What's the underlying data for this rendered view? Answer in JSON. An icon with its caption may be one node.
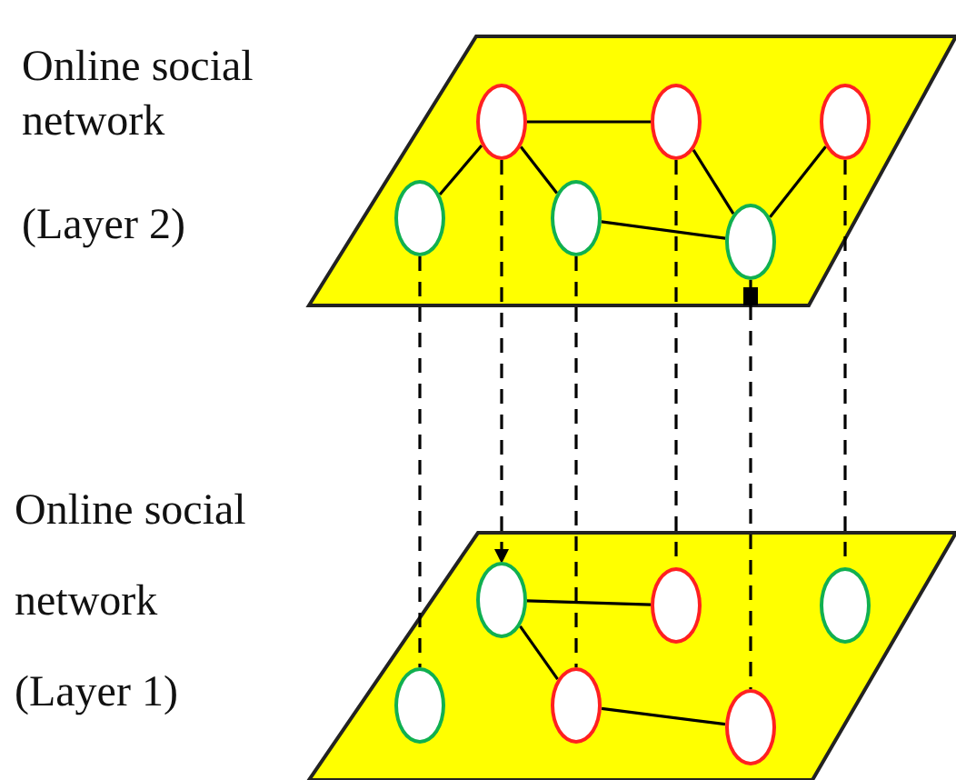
{
  "diagram": {
    "nodes": [
      {
        "text": [
          "Online social network",
          "(Layer 2)"
        ]
      },
      {
        "text": [],
        "shape": "circle",
        "in": 0
      },
      {
        "text": [],
        "shape": "circle",
        "in": 0
      },
      {
        "text": [],
        "shape": "circle",
        "in": 0
      },
      {
        "text": [],
        "shape": "circle",
        "in": 0
      },
      {
        "text": [],
        "shape": "circle",
        "in": 0
      },
      {
        "text": [],
        "shape": "circle",
        "in": 0
      },
      {
        "text": [
          "Online social network",
          "(Layer 1)"
        ]
      },
      {
        "text": [],
        "shape": "circle",
        "in": 7
      },
      {
        "text": [],
        "shape": "circle",
        "in": 7
      },
      {
        "text": [],
        "shape": "circle",
        "in": 7
      },
      {
        "text": [],
        "shape": "circle",
        "in": 7
      },
      {
        "text": [],
        "shape": "circle",
        "in": 7
      },
      {
        "text": [],
        "shape": "circle",
        "in": 7
      }
    ],
    "edges": [
      {
        "from": 4,
        "to": 1,
        "arrow": "none"
      },
      {
        "from": 1,
        "to": 2,
        "arrow": "none"
      },
      {
        "from": 1,
        "to": 5,
        "arrow": "none"
      },
      {
        "from": 2,
        "to": 6,
        "arrow": "none"
      },
      {
        "from": 6,
        "to": 3,
        "arrow": "none"
      },
      {
        "from": 5,
        "to": 6,
        "arrow": "none"
      },
      {
        "from": 8,
        "to": 9,
        "arrow": "none"
      },
      {
        "from": 8,
        "to": 12,
        "arrow": "none"
      },
      {
        "from": 12,
        "to": 13,
        "arrow": "none"
      },
      {
        "from": 4,
        "to": 11,
        "arrow": "none",
        "style": "dashed"
      },
      {
        "from": 1,
        "to": 8,
        "arrow": "to",
        "style": "dashed"
      },
      {
        "from": 5,
        "to": 12,
        "arrow": "none",
        "style": "dashed"
      },
      {
        "from": 2,
        "to": 9,
        "arrow": "none",
        "style": "dashed"
      },
      {
        "from": 6,
        "to": 13,
        "arrow": "other",
        "style": "dashed"
      },
      {
        "from": 3,
        "to": 10,
        "arrow": "none",
        "style": "dashed"
      }
    ]
  }
}
